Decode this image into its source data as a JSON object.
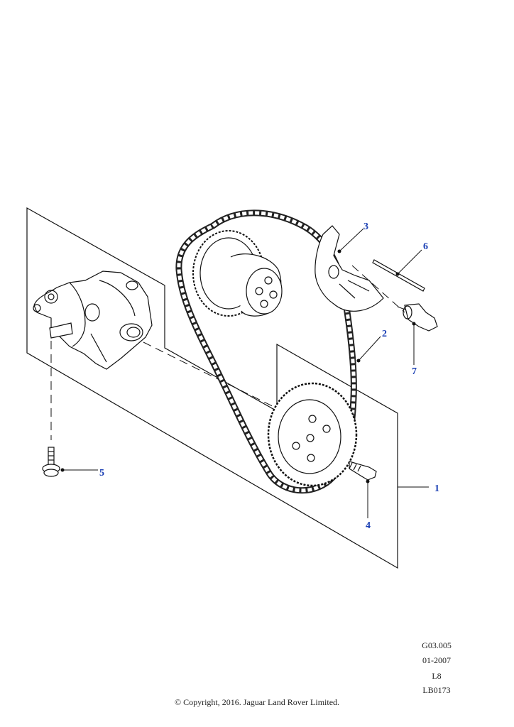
{
  "callouts": {
    "c1": "1",
    "c2": "2",
    "c3": "3",
    "c4": "4",
    "c5": "5",
    "c6": "6",
    "c7": "7"
  },
  "meta": {
    "code": "G03.005",
    "date": "01-2007",
    "engine": "L8",
    "ref": "LB0173"
  },
  "copyright": "© Copyright, 2016. Jaguar Land Rover Limited.",
  "colors": {
    "callout": "#1a3fb4",
    "line": "#111111"
  }
}
